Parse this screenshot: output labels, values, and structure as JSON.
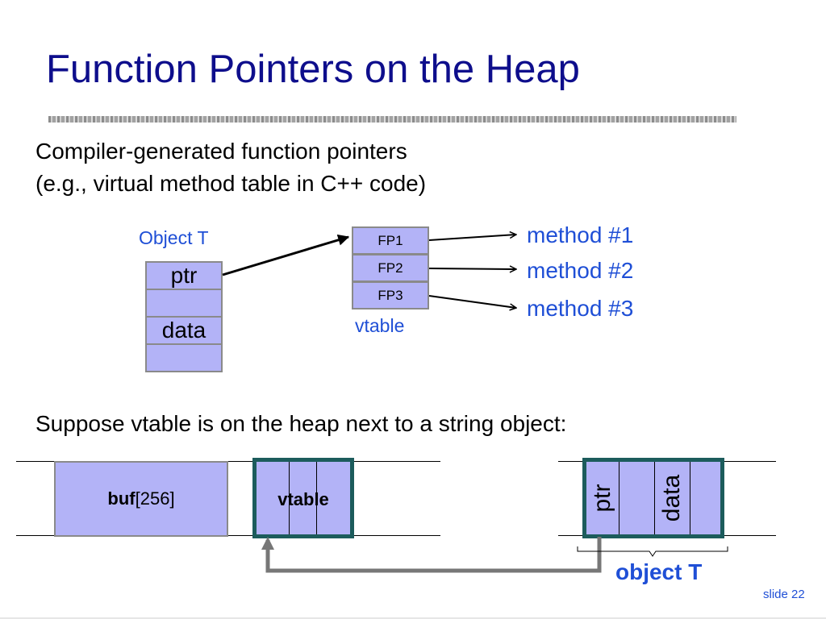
{
  "title": "Function Pointers on the Heap",
  "intro_line1": "Compiler-generated function pointers",
  "intro_line2": "(e.g., virtual method table in C++ code)",
  "object_label": "Object  T",
  "object_cells": [
    "ptr",
    "",
    "data",
    ""
  ],
  "vtable_cells": [
    "FP1",
    "FP2",
    "FP3"
  ],
  "vtable_label": "vtable",
  "methods": [
    "method #1",
    "method #2",
    "method #3"
  ],
  "suppose_text": "Suppose vtable is on the heap next to a string object:",
  "buf_bold": "buf",
  "buf_rest": "[256]",
  "vtable_box_bold": "vtable",
  "heap_object_cells": [
    "ptr",
    "",
    "data",
    ""
  ],
  "object_t_label": "object T",
  "slide_number": "slide 22",
  "colors": {
    "title": "#0e0e8c",
    "accent_blue": "#1f4fd6",
    "cell_fill": "#b3b3f7",
    "frame": "#1c5c5c",
    "arrow_gray": "#777777"
  }
}
